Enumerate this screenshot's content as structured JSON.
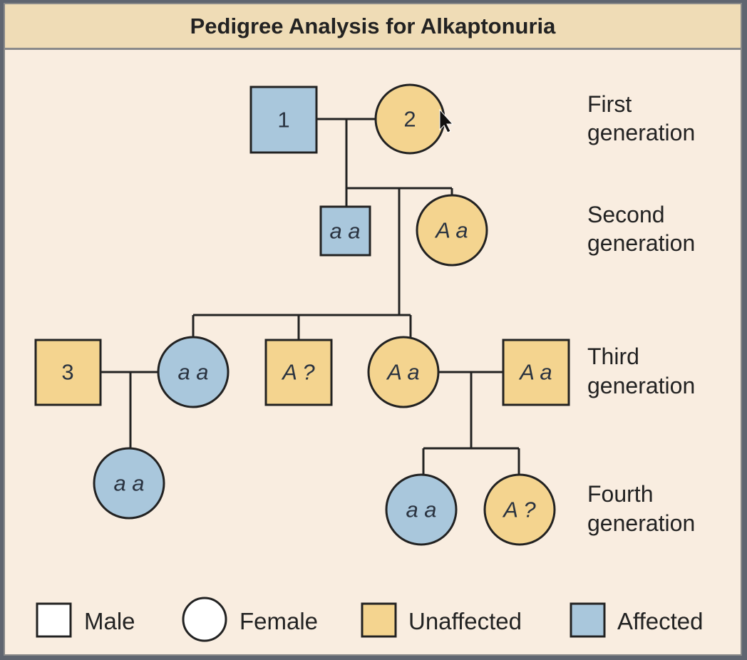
{
  "title": "Pedigree Analysis for Alkaptonuria",
  "colors": {
    "affected": "#a9c7dc",
    "unaffected": "#f4d48f",
    "background": "#f9ede0",
    "title_bar": "#efdcb6",
    "line": "#222222"
  },
  "generations": [
    {
      "label_line1": "First",
      "label_line2": "generation"
    },
    {
      "label_line1": "Second",
      "label_line2": "generation"
    },
    {
      "label_line1": "Third",
      "label_line2": "generation"
    },
    {
      "label_line1": "Fourth",
      "label_line2": "generation"
    }
  ],
  "individuals": {
    "g1_male": {
      "text": "1",
      "sex": "male",
      "status": "affected"
    },
    "g1_female": {
      "text": "2",
      "sex": "female",
      "status": "unaffected"
    },
    "g2_male": {
      "text": "a a",
      "sex": "male",
      "status": "affected"
    },
    "g2_female": {
      "text": "A a",
      "sex": "female",
      "status": "unaffected"
    },
    "g3_male_3": {
      "text": "3",
      "sex": "male",
      "status": "unaffected"
    },
    "g3_female_aa": {
      "text": "a a",
      "sex": "female",
      "status": "affected"
    },
    "g3_male_aq": {
      "text": "A ?",
      "sex": "male",
      "status": "unaffected"
    },
    "g3_female_Aa": {
      "text": "A a",
      "sex": "female",
      "status": "unaffected"
    },
    "g3_male_Aa": {
      "text": "A a",
      "sex": "male",
      "status": "unaffected"
    },
    "g4_left_aa": {
      "text": "a a",
      "sex": "female",
      "status": "affected"
    },
    "g4_right_aa": {
      "text": "a a",
      "sex": "female",
      "status": "affected"
    },
    "g4_right_aq": {
      "text": "A ?",
      "sex": "female",
      "status": "unaffected"
    }
  },
  "legend": {
    "male": "Male",
    "female": "Female",
    "unaffected": "Unaffected",
    "affected": "Affected"
  }
}
